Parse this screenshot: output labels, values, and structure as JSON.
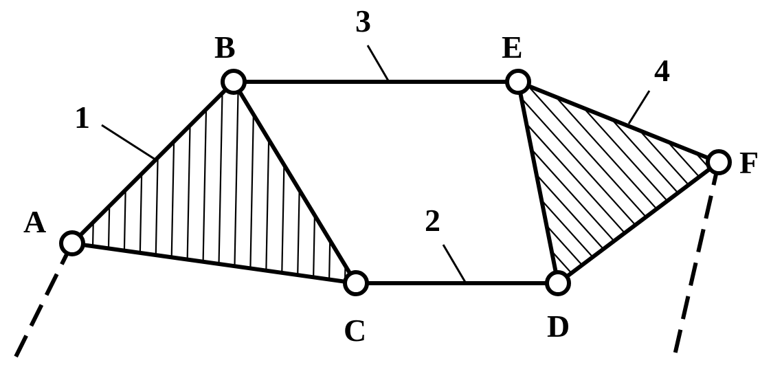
{
  "diagram": {
    "points": {
      "A": "A",
      "B": "B",
      "C": "C",
      "D": "D",
      "E": "E",
      "F": "F"
    },
    "links": {
      "1": "1",
      "2": "2",
      "3": "3",
      "4": "4"
    }
  }
}
